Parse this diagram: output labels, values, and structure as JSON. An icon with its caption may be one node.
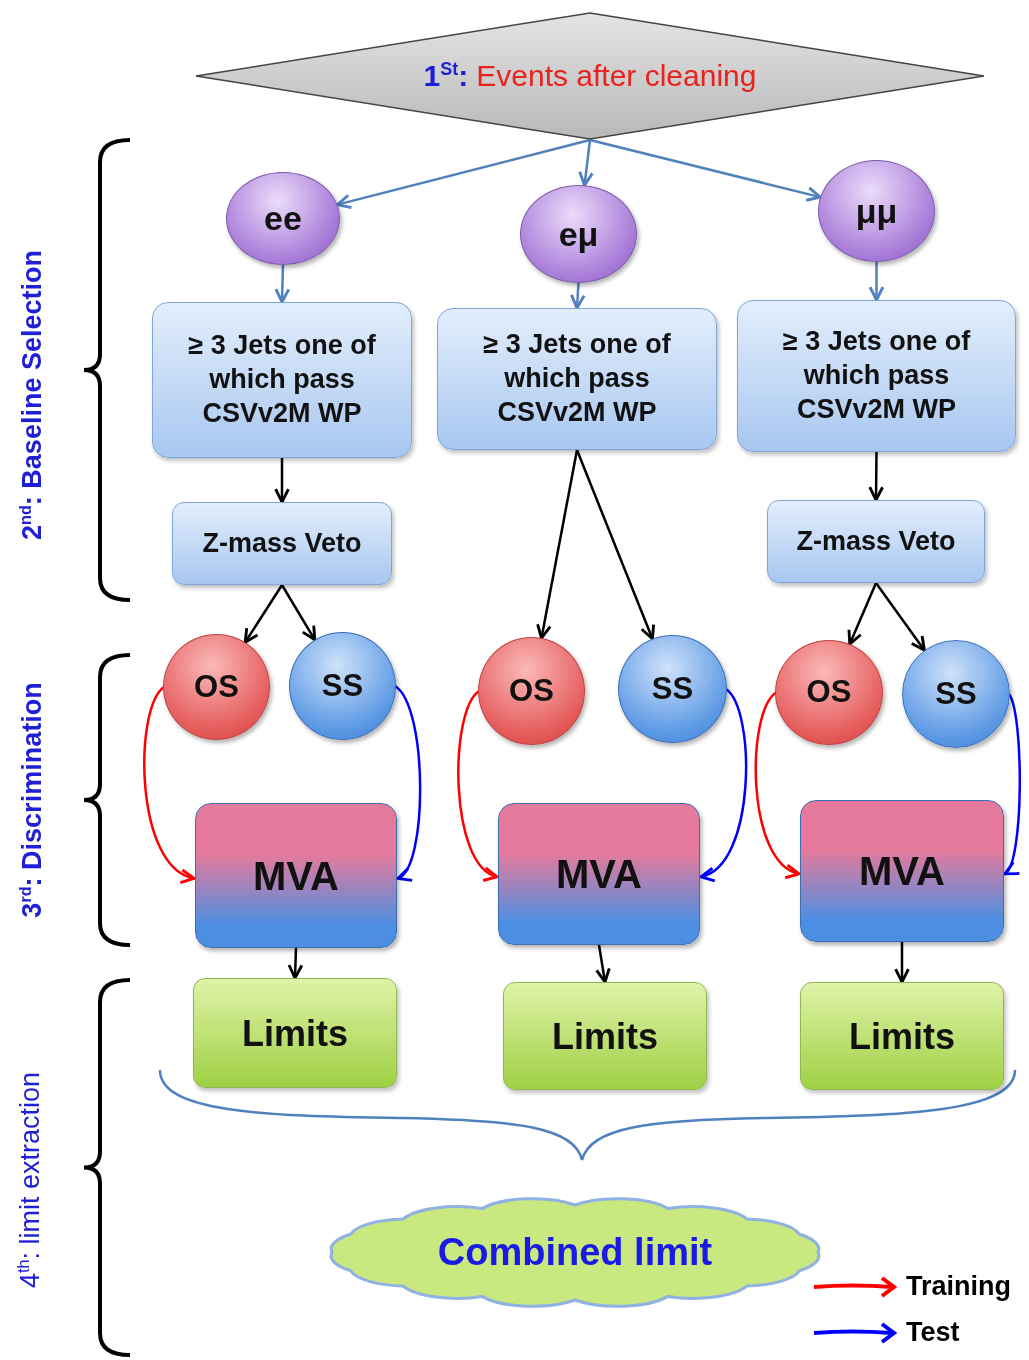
{
  "diagram": {
    "nodes": [
      {
        "text": [
          "1$^{St}$:",
          "Events after cleaning"
        ]
      },
      {
        "text": [
          "ee"
        ]
      },
      {
        "text": [
          "eμ"
        ]
      },
      {
        "text": [
          "μμ"
        ]
      },
      {
        "text": [
          "≥ 3 Jets one of which pass CSVv2M WP"
        ]
      },
      {
        "text": [
          "≥ 3 Jets one of which pass CSVv2M WP"
        ]
      },
      {
        "text": [
          "≥ 3 Jets one of which pass CSVv2M WP"
        ]
      },
      {
        "text": [
          "Z-mass Veto"
        ]
      },
      {
        "text": [
          "Z-mass Veto"
        ]
      },
      {
        "text": [
          "OS"
        ]
      },
      {
        "text": [
          "SS"
        ]
      },
      {
        "text": [
          "OS"
        ]
      },
      {
        "text": [
          "SS"
        ]
      },
      {
        "text": [
          "OS"
        ]
      },
      {
        "text": [
          "SS"
        ]
      },
      {
        "text": [
          "MVA"
        ]
      },
      {
        "text": [
          "MVA"
        ]
      },
      {
        "text": [
          "MVA"
        ]
      },
      {
        "text": [
          "Limits"
        ]
      },
      {
        "text": [
          "Limits"
        ]
      },
      {
        "text": [
          "Limits"
        ]
      },
      {
        "text": [
          "Combined limit"
        ]
      }
    ],
    "edges": [
      {
        "from": 0,
        "to": 1,
        "arrow": "to",
        "color": "#4f81bd"
      },
      {
        "from": 0,
        "to": 2,
        "arrow": "to",
        "color": "#4f81bd"
      },
      {
        "from": 0,
        "to": 3,
        "arrow": "to",
        "color": "#4f81bd"
      },
      {
        "from": 1,
        "to": 4,
        "arrow": "to",
        "color": "#4f81bd"
      },
      {
        "from": 2,
        "to": 5,
        "arrow": "to",
        "color": "#4f81bd"
      },
      {
        "from": 3,
        "to": 6,
        "arrow": "to",
        "color": "#4f81bd"
      },
      {
        "from": 4,
        "to": 7,
        "arrow": "to"
      },
      {
        "from": 7,
        "to": 9,
        "arrow": "to"
      },
      {
        "from": 7,
        "to": 10,
        "arrow": "to"
      },
      {
        "from": 5,
        "to": 11,
        "arrow": "to"
      },
      {
        "from": 5,
        "to": 12,
        "arrow": "to"
      },
      {
        "from": 6,
        "to": 8,
        "arrow": "to"
      },
      {
        "from": 8,
        "to": 13,
        "arrow": "to"
      },
      {
        "from": 8,
        "to": 14,
        "arrow": "to"
      },
      {
        "from": 9,
        "to": 15,
        "arrow": "to",
        "color": "#ff0000"
      },
      {
        "from": 10,
        "to": 15,
        "arrow": "to",
        "color": "#0000ff"
      },
      {
        "from": 11,
        "to": 16,
        "arrow": "to",
        "color": "#ff0000"
      },
      {
        "from": 12,
        "to": 16,
        "arrow": "to",
        "color": "#0000ff"
      },
      {
        "from": 13,
        "to": 17,
        "arrow": "to",
        "color": "#ff0000"
      },
      {
        "from": 14,
        "to": 17,
        "arrow": "to",
        "color": "#0000ff"
      },
      {
        "from": 15,
        "to": 18,
        "arrow": "to"
      },
      {
        "from": 16,
        "to": 19,
        "arrow": "to"
      },
      {
        "from": 17,
        "to": 20,
        "arrow": "to"
      }
    ],
    "labels": [
      "2$^{nd}$: Baseline Selection",
      "3$^{rd}$: Discrimination",
      "4$^{th}$: limit extraction"
    ],
    "legend": [
      {
        "text": "Training"
      },
      {
        "text": "Test"
      }
    ]
  }
}
